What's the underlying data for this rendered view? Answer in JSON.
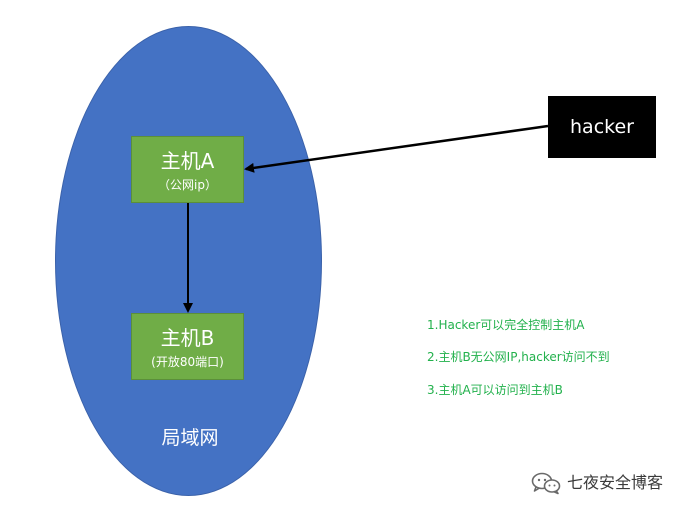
{
  "diagram": {
    "lan": {
      "label": "局域网"
    },
    "host_a": {
      "title": "主机A",
      "subtitle": "（公网ip）"
    },
    "host_b": {
      "title": "主机B",
      "subtitle": "(开放80端口)"
    },
    "hacker": {
      "label": "hacker"
    },
    "edges": [
      {
        "from": "hacker",
        "to": "host_a"
      },
      {
        "from": "host_a",
        "to": "host_b"
      }
    ],
    "notes": [
      "1.Hacker可以完全控制主机A",
      "2.主机B无公网IP,hacker访问不到",
      "3.主机A可以访问到主机B"
    ]
  },
  "watermark": {
    "icon": "wechat-icon",
    "text": "七夜安全博客"
  },
  "colors": {
    "lan_fill": "#4472c4",
    "host_fill": "#70ad47",
    "hacker_fill": "#000000",
    "note_text": "#22b14c",
    "arrow": "#000000"
  }
}
